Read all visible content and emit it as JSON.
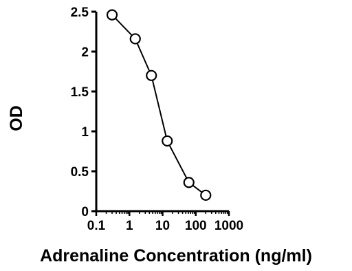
{
  "chart_data": {
    "type": "line",
    "xlabel": "Adrenaline Concentration (ng/ml)",
    "ylabel": "OD",
    "x_scale": "log",
    "xlim": [
      0.1,
      1000
    ],
    "ylim": [
      0,
      2.5
    ],
    "x_ticks": [
      0.1,
      1,
      10,
      100,
      1000
    ],
    "x_tick_labels": [
      "0.1",
      "1",
      "10",
      "100",
      "1000"
    ],
    "y_ticks": [
      0,
      0.5,
      1,
      1.5,
      2,
      2.5
    ],
    "y_tick_labels": [
      "0",
      "0.5",
      "1",
      "1.5",
      "2",
      "2.5"
    ],
    "grid": false,
    "series": [
      {
        "x": [
          0.3,
          1.5,
          4.6,
          13.8,
          62,
          200
        ],
        "y": [
          2.46,
          2.16,
          1.7,
          0.88,
          0.36,
          0.2
        ],
        "marker": "open-circle",
        "color": "#000000"
      }
    ]
  }
}
